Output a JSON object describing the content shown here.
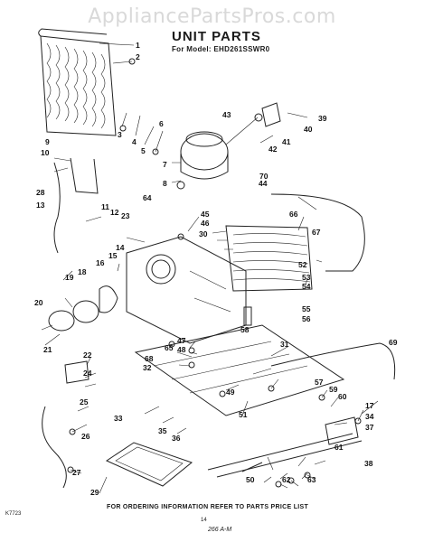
{
  "watermark": "AppliancePartsPros.com",
  "title": "UNIT PARTS",
  "model_line": "For Model: EHD261SSWR0",
  "footer_note": "FOR ORDERING INFORMATION REFER TO PARTS PRICE LIST",
  "page_code": "K7723",
  "page_number": "14",
  "stamp_text": "266 A-M",
  "callouts": [
    "1",
    "2",
    "3",
    "4",
    "5",
    "6",
    "7",
    "8",
    "9",
    "10",
    "11",
    "12",
    "13",
    "14",
    "15",
    "16",
    "17",
    "18",
    "19",
    "20",
    "21",
    "22",
    "23",
    "24",
    "25",
    "26",
    "27",
    "28",
    "29",
    "30",
    "31",
    "32",
    "33",
    "34",
    "35",
    "36",
    "37",
    "38",
    "39",
    "40",
    "41",
    "42",
    "43",
    "44",
    "45",
    "46",
    "47",
    "48",
    "49",
    "50",
    "51",
    "52",
    "53",
    "54",
    "55",
    "56",
    "57",
    "58",
    "59",
    "60",
    "61",
    "62",
    "63",
    "64",
    "65",
    "66",
    "67",
    "68",
    "69",
    "70"
  ]
}
